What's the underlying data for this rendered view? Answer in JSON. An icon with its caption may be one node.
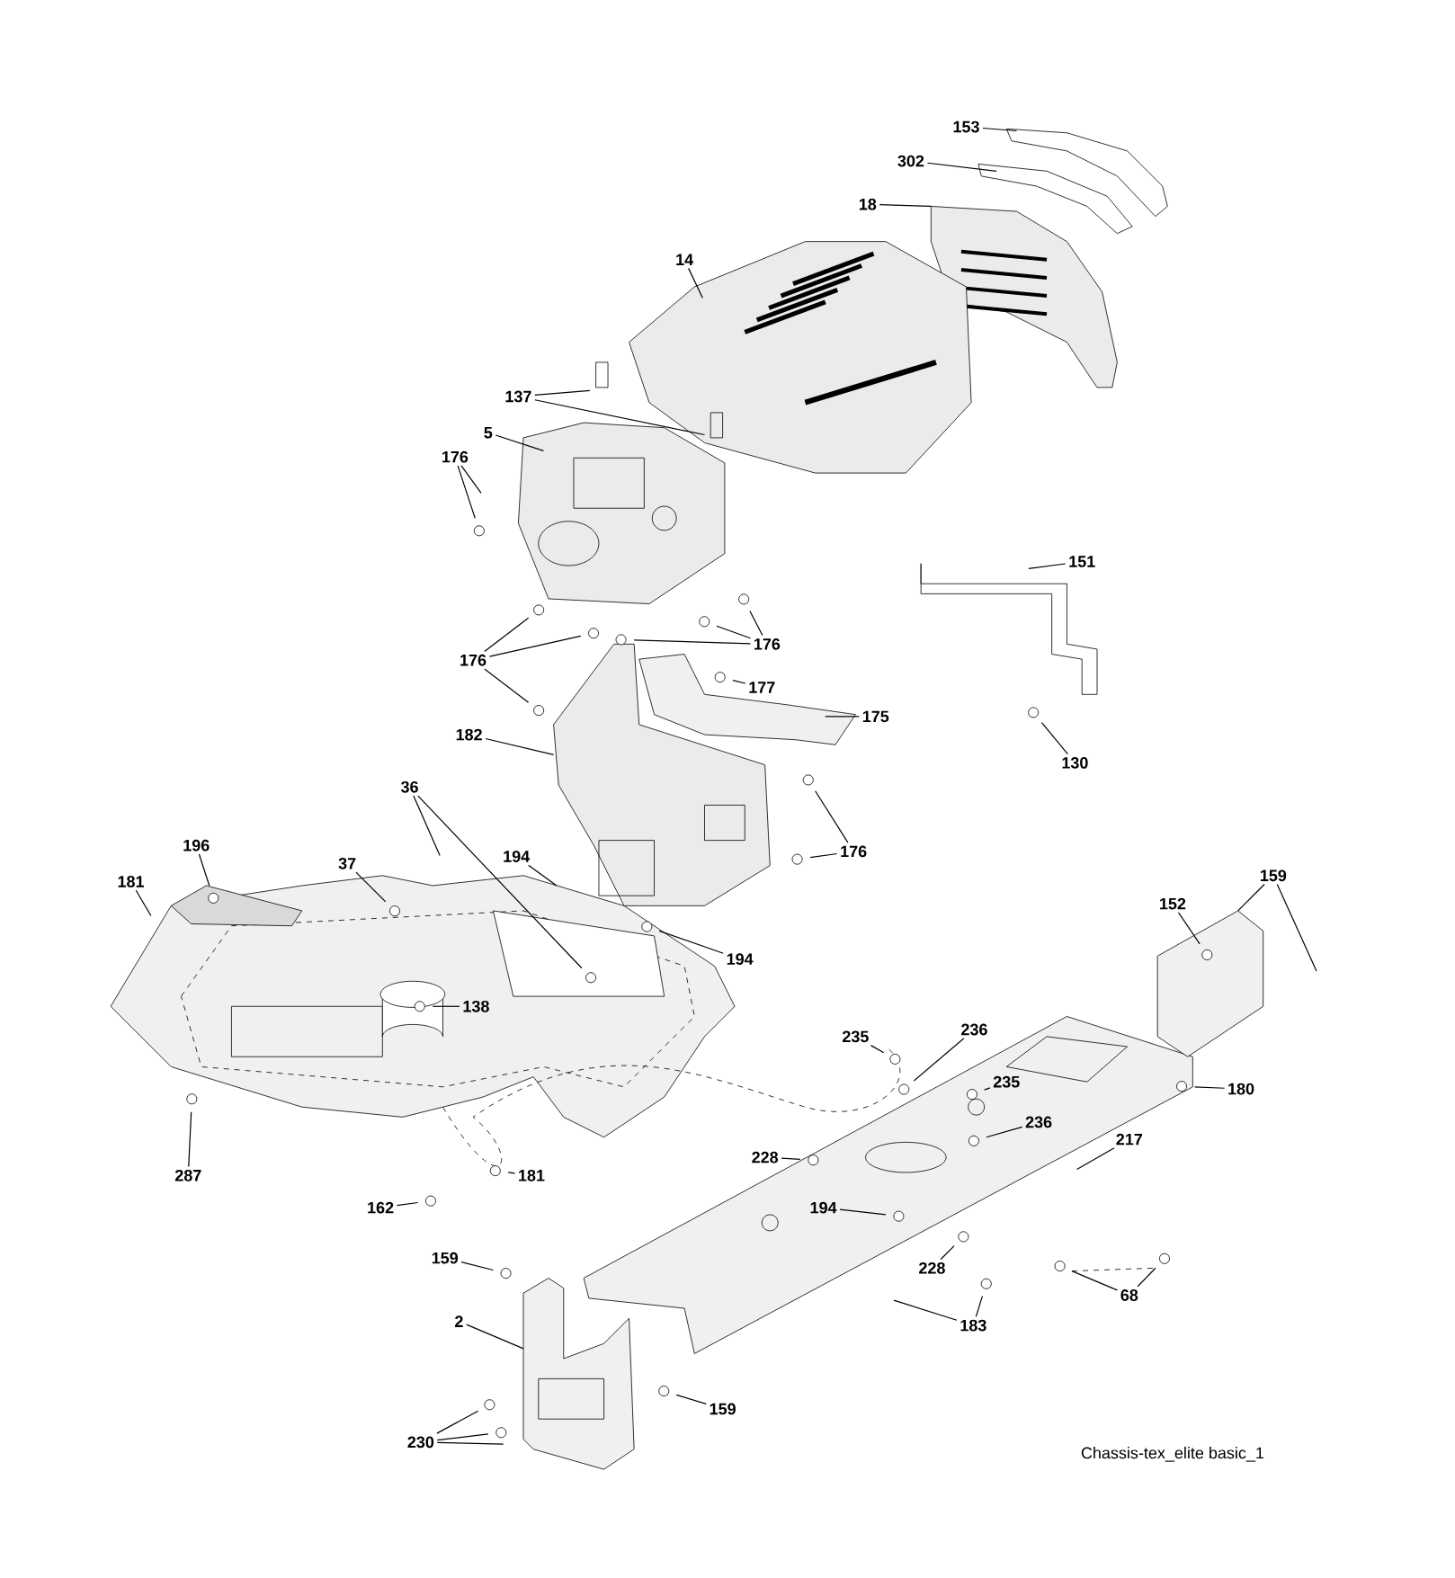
{
  "diagram": {
    "nodes": [
      {
        "text": [
          "153"
        ]
      },
      {
        "text": [
          "302"
        ]
      },
      {
        "text": [
          "18"
        ]
      },
      {
        "text": [
          "14"
        ]
      },
      {
        "text": [
          "137"
        ]
      },
      {
        "text": [
          "5"
        ]
      },
      {
        "text": [
          "176"
        ]
      },
      {
        "text": [
          "151"
        ]
      },
      {
        "text": [
          "176"
        ]
      },
      {
        "text": [
          "176"
        ]
      },
      {
        "text": [
          "177"
        ]
      },
      {
        "text": [
          "175"
        ]
      },
      {
        "text": [
          "182"
        ]
      },
      {
        "text": [
          "130"
        ]
      },
      {
        "text": [
          "36"
        ]
      },
      {
        "text": [
          "196"
        ]
      },
      {
        "text": [
          "194"
        ]
      },
      {
        "text": [
          "176"
        ]
      },
      {
        "text": [
          "37"
        ]
      },
      {
        "text": [
          "181"
        ]
      },
      {
        "text": [
          "152"
        ]
      },
      {
        "text": [
          "159"
        ]
      },
      {
        "text": [
          "194"
        ]
      },
      {
        "text": [
          "138"
        ]
      },
      {
        "text": [
          "236"
        ]
      },
      {
        "text": [
          "235"
        ]
      },
      {
        "text": [
          "235"
        ]
      },
      {
        "text": [
          "180"
        ]
      },
      {
        "text": [
          "236"
        ]
      },
      {
        "text": [
          "217"
        ]
      },
      {
        "text": [
          "228"
        ]
      },
      {
        "text": [
          "287"
        ]
      },
      {
        "text": [
          "181"
        ]
      },
      {
        "text": [
          "162"
        ]
      },
      {
        "text": [
          "194"
        ]
      },
      {
        "text": [
          "159"
        ]
      },
      {
        "text": [
          "228"
        ]
      },
      {
        "text": [
          "68"
        ]
      },
      {
        "text": [
          "183"
        ]
      },
      {
        "text": [
          "2"
        ]
      },
      {
        "text": [
          "159"
        ]
      },
      {
        "text": [
          "230"
        ]
      }
    ],
    "edges": [
      {
        "from": 0,
        "to": null,
        "arrow": "none"
      },
      {
        "from": 1,
        "to": null,
        "arrow": "none"
      },
      {
        "from": 2,
        "to": null,
        "arrow": "none"
      },
      {
        "from": 3,
        "to": null,
        "arrow": "none"
      },
      {
        "from": 4,
        "to": null,
        "arrow": "none"
      },
      {
        "from": 4,
        "to": null,
        "arrow": "none"
      },
      {
        "from": 5,
        "to": null,
        "arrow": "none"
      },
      {
        "from": 6,
        "to": null,
        "arrow": "none"
      },
      {
        "from": 6,
        "to": null,
        "arrow": "none"
      },
      {
        "from": 7,
        "to": null,
        "arrow": "none"
      },
      {
        "from": 8,
        "to": null,
        "arrow": "none"
      },
      {
        "from": 8,
        "to": null,
        "arrow": "none"
      },
      {
        "from": 8,
        "to": null,
        "arrow": "none"
      },
      {
        "from": 9,
        "to": null,
        "arrow": "none"
      },
      {
        "from": 9,
        "to": null,
        "arrow": "none"
      },
      {
        "from": 9,
        "to": null,
        "arrow": "none"
      },
      {
        "from": 10,
        "to": null,
        "arrow": "none"
      },
      {
        "from": 11,
        "to": null,
        "arrow": "none"
      },
      {
        "from": 12,
        "to": null,
        "arrow": "none"
      },
      {
        "from": 13,
        "to": null,
        "arrow": "none"
      },
      {
        "from": 14,
        "to": null,
        "arrow": "none"
      },
      {
        "from": 14,
        "to": null,
        "arrow": "none"
      },
      {
        "from": 15,
        "to": null,
        "arrow": "none"
      },
      {
        "from": 16,
        "to": null,
        "arrow": "none"
      },
      {
        "from": 17,
        "to": null,
        "arrow": "none"
      },
      {
        "from": 17,
        "to": null,
        "arrow": "none"
      },
      {
        "from": 18,
        "to": null,
        "arrow": "none"
      },
      {
        "from": 19,
        "to": null,
        "arrow": "none"
      },
      {
        "from": 20,
        "to": null,
        "arrow": "none"
      },
      {
        "from": 21,
        "to": null,
        "arrow": "none"
      },
      {
        "from": 21,
        "to": null,
        "arrow": "none"
      },
      {
        "from": 22,
        "to": null,
        "arrow": "none"
      },
      {
        "from": 23,
        "to": null,
        "arrow": "none"
      },
      {
        "from": 24,
        "to": null,
        "arrow": "none"
      },
      {
        "from": 25,
        "to": null,
        "arrow": "none"
      },
      {
        "from": 26,
        "to": null,
        "arrow": "none"
      },
      {
        "from": 27,
        "to": null,
        "arrow": "none"
      },
      {
        "from": 28,
        "to": null,
        "arrow": "none"
      },
      {
        "from": 29,
        "to": null,
        "arrow": "none"
      },
      {
        "from": 30,
        "to": null,
        "arrow": "none"
      },
      {
        "from": 31,
        "to": null,
        "arrow": "none"
      },
      {
        "from": 32,
        "to": null,
        "arrow": "none"
      },
      {
        "from": 33,
        "to": null,
        "arrow": "none"
      },
      {
        "from": 34,
        "to": null,
        "arrow": "none"
      },
      {
        "from": 35,
        "to": null,
        "arrow": "none"
      },
      {
        "from": 36,
        "to": null,
        "arrow": "none"
      },
      {
        "from": 37,
        "to": null,
        "arrow": "none"
      },
      {
        "from": 37,
        "to": null,
        "arrow": "none"
      },
      {
        "from": 38,
        "to": null,
        "arrow": "none"
      },
      {
        "from": 38,
        "to": null,
        "arrow": "none"
      },
      {
        "from": 39,
        "to": null,
        "arrow": "none"
      },
      {
        "from": 40,
        "to": null,
        "arrow": "none"
      },
      {
        "from": 41,
        "to": null,
        "arrow": "none"
      },
      {
        "from": 41,
        "to": null,
        "arrow": "none"
      },
      {
        "from": 41,
        "to": null,
        "arrow": "none"
      }
    ],
    "labels": [
      "Chassis-tex_elite basic_1"
    ]
  }
}
